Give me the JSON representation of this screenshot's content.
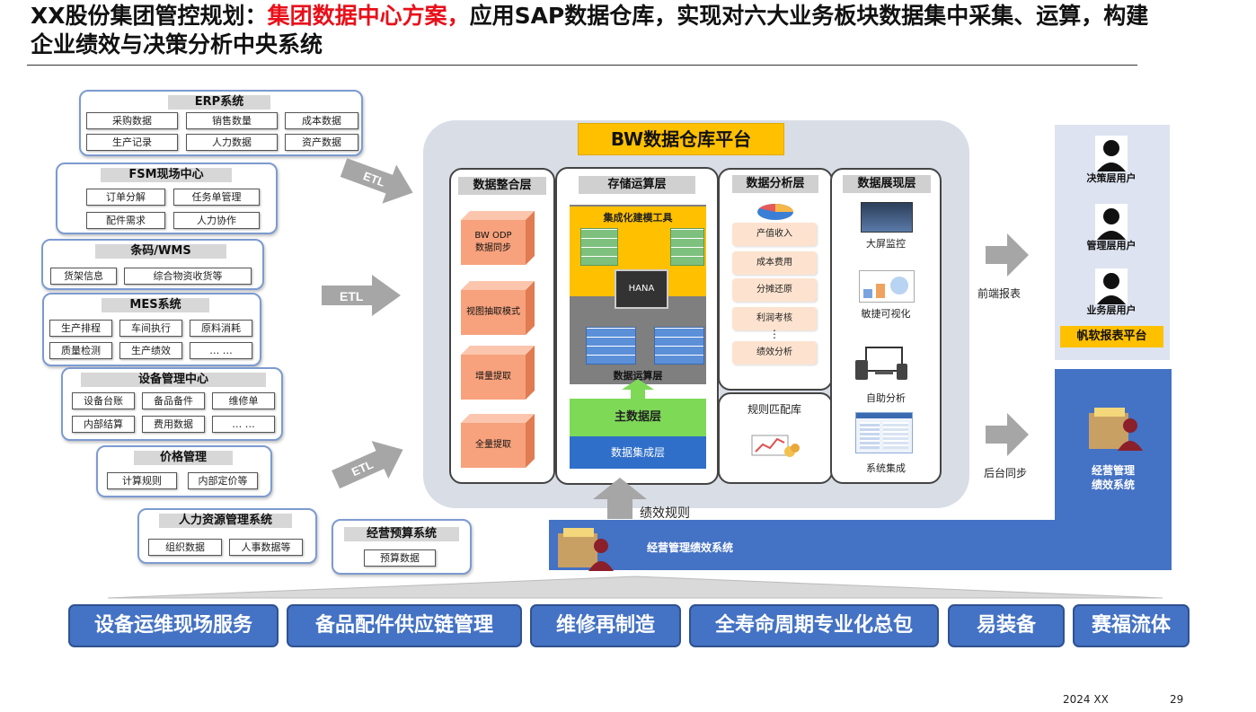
{
  "title": {
    "prefix": "XX股份集团管控规划：",
    "highlight": "集团数据中心方案，",
    "suffix": "应用SAP数据仓库，实现对六大业务板块数据集中采集、运算，构建企业绩效与决策分析中央系统"
  },
  "sources": {
    "erp": {
      "title": "ERP系统",
      "items": [
        "采购数据",
        "销售数量",
        "成本数据",
        "生产记录",
        "人力数据",
        "资产数据"
      ]
    },
    "fsm": {
      "title": "FSM现场中心",
      "items": [
        "订单分解",
        "任务单管理",
        "配件需求",
        "人力协作"
      ]
    },
    "wms": {
      "title": "条码/WMS",
      "items": [
        "货架信息",
        "综合物资收货等"
      ]
    },
    "mes": {
      "title": "MES系统",
      "items": [
        "生产排程",
        "车间执行",
        "原料消耗",
        "质量检测",
        "生产绩效",
        "… …"
      ]
    },
    "equip": {
      "title": "设备管理中心",
      "items": [
        "设备台账",
        "备品备件",
        "维修单",
        "内部结算",
        "费用数据",
        "… …"
      ]
    },
    "price": {
      "title": "价格管理",
      "items": [
        "计算规则",
        "内部定价等"
      ]
    },
    "hr": {
      "title": "人力资源管理系统",
      "items": [
        "组织数据",
        "人事数据等"
      ]
    },
    "budget": {
      "title": "经营预算系统",
      "items": [
        "预算数据"
      ]
    }
  },
  "etl_label": "ETL",
  "platform": {
    "title": "BW数据仓库平台",
    "integration": {
      "title": "数据整合层",
      "items": [
        "BW ODP\n数据同步",
        "视图抽取模式",
        "增量提取",
        "全量提取"
      ]
    },
    "storage": {
      "title": "存储运算层",
      "tool": "集成化建模工具",
      "hana": "HANA",
      "compute": "数据运算层",
      "master": "主数据层",
      "integration": "数据集成层"
    },
    "analysis": {
      "title": "数据分析层",
      "items": [
        "产值收入",
        "成本费用",
        "分摊还原",
        "利润考核",
        "绩效分析"
      ],
      "ellipsis": "⋮"
    },
    "rules": {
      "title": "规则匹配库"
    },
    "display": {
      "title": "数据展现层",
      "items": [
        "大屏监控",
        "敏捷可视化",
        "自助分析",
        "系统集成"
      ]
    }
  },
  "flow": {
    "front": "前端报表",
    "back": "后台同步",
    "kpi_rules": "绩效规则"
  },
  "users": {
    "items": [
      "决策层用户",
      "管理层用户",
      "业务层用户"
    ],
    "platform": "帆软报表平台"
  },
  "perf": {
    "side": "经营管理\n绩效系统",
    "bar": "经营管理绩效系统"
  },
  "business": [
    "设备运维现场服务",
    "备品配件供应链管理",
    "维修再制造",
    "全寿命周期专业化总包",
    "易装备",
    "赛福流体"
  ],
  "footer": {
    "year": "2024 XX",
    "page": "29"
  },
  "colors": {
    "accent_red": "#e8101a",
    "blue": "#4472c4",
    "orange": "#ffc000",
    "green": "#7ed957"
  }
}
